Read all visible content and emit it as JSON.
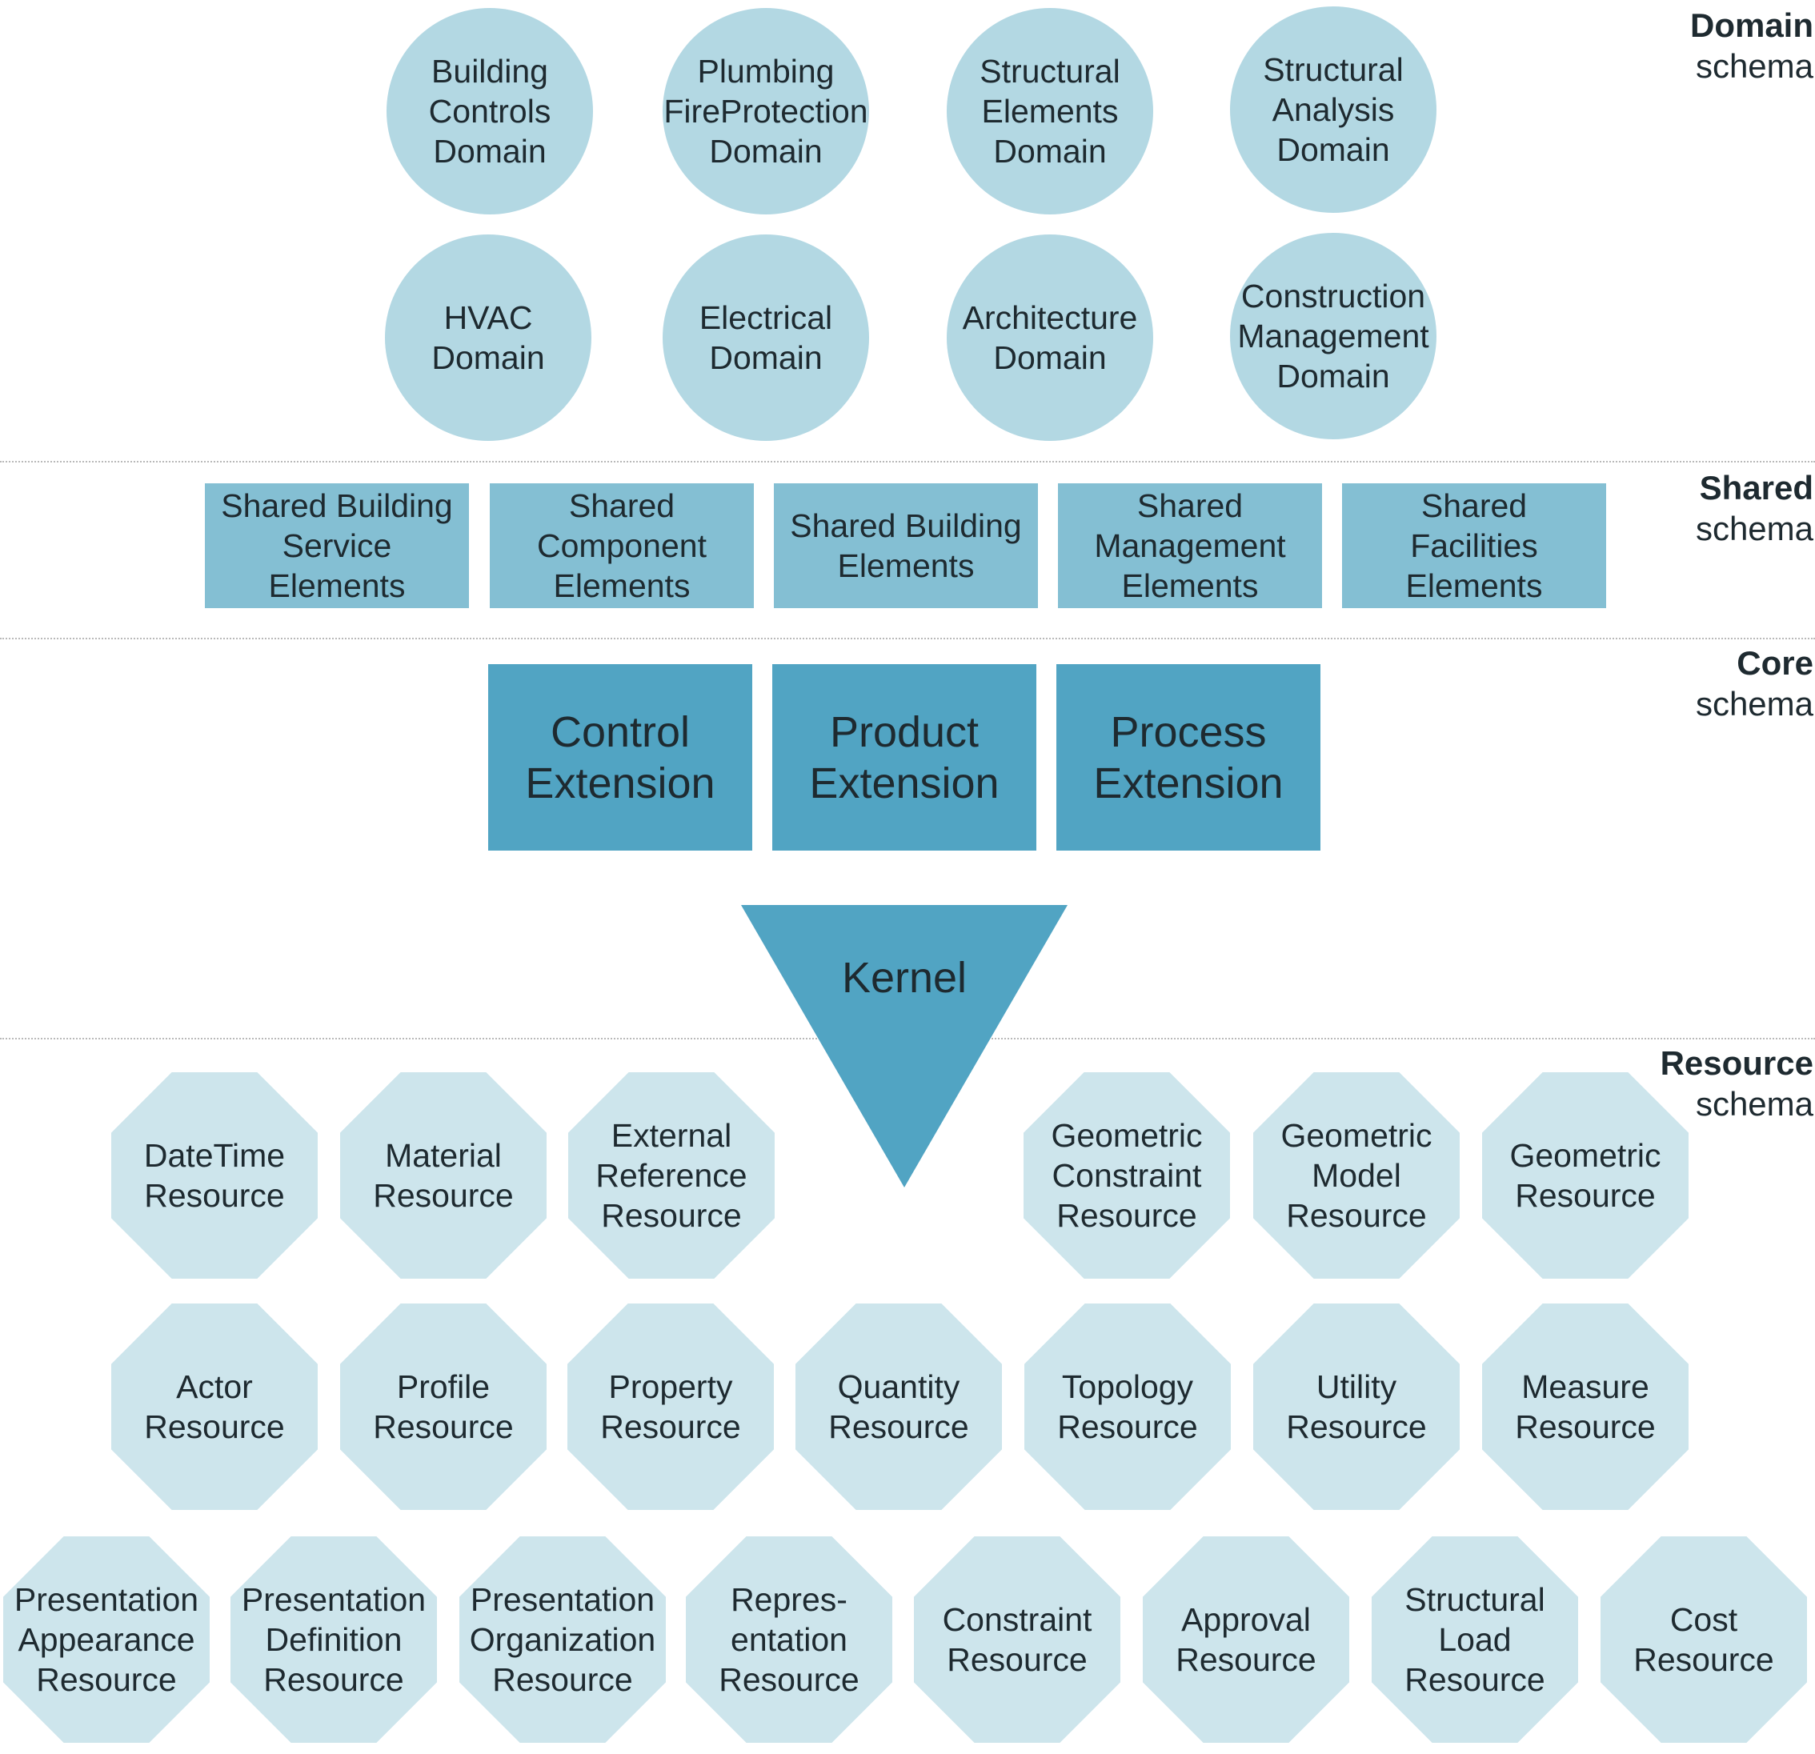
{
  "layers": {
    "domain": {
      "bold": "Domain",
      "regular": "schema"
    },
    "shared": {
      "bold": "Shared",
      "regular": "schema"
    },
    "core": {
      "bold": "Core",
      "regular": "schema"
    },
    "resource": {
      "bold": "Resource",
      "regular": "schema"
    }
  },
  "domain_schemas": [
    {
      "id": "building-controls",
      "lines": [
        "Building",
        "Controls",
        "Domain"
      ]
    },
    {
      "id": "plumbing-fireprotection",
      "lines": [
        "Plumbing",
        "FireProtection",
        "Domain"
      ]
    },
    {
      "id": "structural-elements",
      "lines": [
        "Structural",
        "Elements",
        "Domain"
      ]
    },
    {
      "id": "structural-analysis",
      "lines": [
        "Structural",
        "Analysis",
        "Domain"
      ]
    },
    {
      "id": "hvac",
      "lines": [
        "HVAC",
        "Domain"
      ]
    },
    {
      "id": "electrical",
      "lines": [
        "Electrical",
        "Domain"
      ]
    },
    {
      "id": "architecture",
      "lines": [
        "Architecture",
        "Domain"
      ]
    },
    {
      "id": "construction-management",
      "lines": [
        "Construction",
        "Management",
        "Domain"
      ]
    }
  ],
  "shared_schemas": [
    {
      "id": "shared-building-service",
      "lines": [
        "Shared Building",
        "Service",
        "Elements"
      ]
    },
    {
      "id": "shared-component",
      "lines": [
        "Shared",
        "Component",
        "Elements"
      ]
    },
    {
      "id": "shared-building",
      "lines": [
        "Shared Building",
        "Elements"
      ]
    },
    {
      "id": "shared-management",
      "lines": [
        "Shared",
        "Management",
        "Elements"
      ]
    },
    {
      "id": "shared-facilities",
      "lines": [
        "Shared",
        "Facilities",
        "Elements"
      ]
    }
  ],
  "core_schemas": [
    {
      "id": "control-extension",
      "lines": [
        "Control",
        "Extension"
      ]
    },
    {
      "id": "product-extension",
      "lines": [
        "Product",
        "Extension"
      ]
    },
    {
      "id": "process-extension",
      "lines": [
        "Process",
        "Extension"
      ]
    }
  ],
  "kernel": {
    "label": "Kernel",
    "color": "#51a4c3"
  },
  "resource_schemas": [
    {
      "id": "datetime",
      "lines": [
        "DateTime",
        "Resource"
      ]
    },
    {
      "id": "material",
      "lines": [
        "Material",
        "Resource"
      ]
    },
    {
      "id": "external-reference",
      "lines": [
        "External",
        "Reference",
        "Resource"
      ]
    },
    {
      "id": "geometric-constraint",
      "lines": [
        "Geometric",
        "Constraint",
        "Resource"
      ]
    },
    {
      "id": "geometric-model",
      "lines": [
        "Geometric",
        "Model",
        "Resource"
      ]
    },
    {
      "id": "geometric",
      "lines": [
        "Geometric",
        "Resource"
      ]
    },
    {
      "id": "actor",
      "lines": [
        "Actor",
        "Resource"
      ]
    },
    {
      "id": "profile",
      "lines": [
        "Profile",
        "Resource"
      ]
    },
    {
      "id": "property",
      "lines": [
        "Property",
        "Resource"
      ]
    },
    {
      "id": "quantity",
      "lines": [
        "Quantity",
        "Resource"
      ]
    },
    {
      "id": "topology",
      "lines": [
        "Topology",
        "Resource"
      ]
    },
    {
      "id": "utility",
      "lines": [
        "Utility",
        "Resource"
      ]
    },
    {
      "id": "measure",
      "lines": [
        "Measure",
        "Resource"
      ]
    },
    {
      "id": "presentation-appearance",
      "lines": [
        "Presentation",
        "Appearance",
        "Resource"
      ]
    },
    {
      "id": "presentation-definition",
      "lines": [
        "Presentation",
        "Definition",
        "Resource"
      ]
    },
    {
      "id": "presentation-organization",
      "lines": [
        "Presentation",
        "Organization",
        "Resource"
      ]
    },
    {
      "id": "representation",
      "lines": [
        "Repres-",
        "entation",
        "Resource"
      ]
    },
    {
      "id": "constraint",
      "lines": [
        "Constraint",
        "Resource"
      ]
    },
    {
      "id": "approval",
      "lines": [
        "Approval",
        "Resource"
      ]
    },
    {
      "id": "structural-load",
      "lines": [
        "Structural",
        "Load",
        "Resource"
      ]
    },
    {
      "id": "cost",
      "lines": [
        "Cost",
        "Resource"
      ]
    }
  ],
  "colors": {
    "domain_fill": "#b3d8e3",
    "shared_fill": "#84bfd3",
    "core_fill": "#51a4c3",
    "resource_fill": "#cde5ec",
    "separator": "#b9b9b9"
  }
}
